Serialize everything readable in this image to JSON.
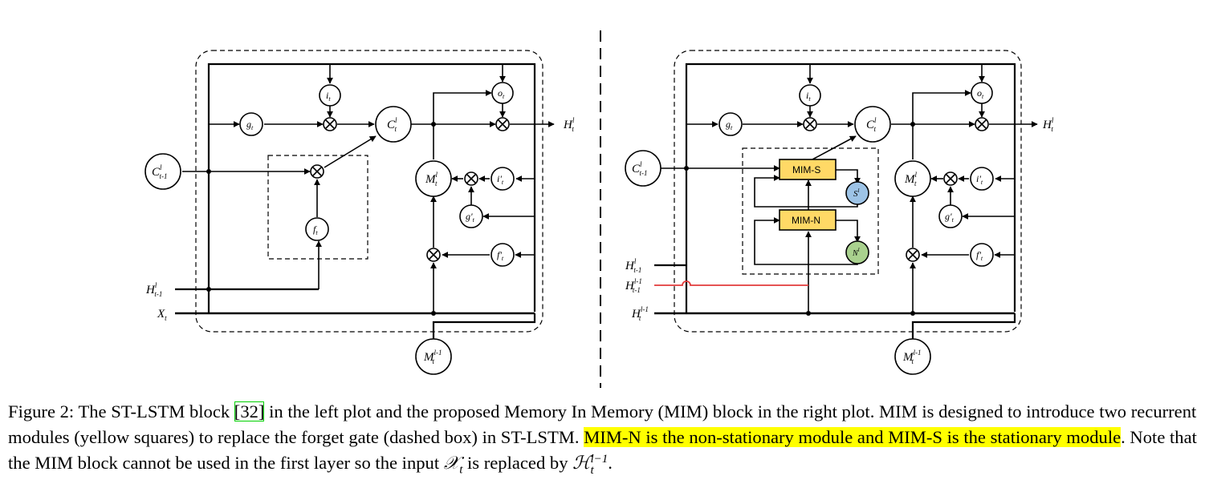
{
  "diagram": {
    "left_block": {
      "nodes": {
        "it": "i",
        "it_sub": "t",
        "gt": "g",
        "gt_sub": "t",
        "ot": "o",
        "ot_sub": "t",
        "ct": "C",
        "ct_sup": "l",
        "ct_sub": "t",
        "mt": "M",
        "mt_sup": "l",
        "mt_sub": "t",
        "ipt": "i'",
        "ipt_sub": "t",
        "gpt": "g'",
        "gpt_sub": "t",
        "fpt": "f'",
        "fpt_sub": "t",
        "ft": "f",
        "ft_sub": "t",
        "c_prev": "C",
        "c_prev_sup": "l",
        "c_prev_sub": "t-1",
        "m_below": "M",
        "m_below_sup": "l-1",
        "m_below_sub": "t"
      },
      "inputs": {
        "h_prev": "H",
        "h_prev_sup": "l",
        "h_prev_sub": "t-1",
        "x": "X",
        "x_sub": "t"
      },
      "output": {
        "h": "H",
        "h_sup": "l",
        "h_sub": "t"
      }
    },
    "right_block": {
      "nodes": {
        "it": "i",
        "it_sub": "t",
        "gt": "g",
        "gt_sub": "t",
        "ot": "o",
        "ot_sub": "t",
        "ct": "C",
        "ct_sup": "l",
        "ct_sub": "t",
        "mt": "M",
        "mt_sup": "l",
        "mt_sub": "t",
        "ipt": "i'",
        "ipt_sub": "t",
        "gpt": "g'",
        "gpt_sub": "t",
        "fpt": "f'",
        "fpt_sub": "t",
        "c_prev": "C",
        "c_prev_sup": "l",
        "c_prev_sub": "t-1",
        "m_below": "M",
        "m_below_sup": "l-1",
        "m_below_sub": "t",
        "s_state": "S",
        "s_state_sup": "l",
        "n_state": "N",
        "n_state_sup": "l"
      },
      "modules": {
        "mim_s": "MIM-S",
        "mim_n": "MIM-N"
      },
      "inputs": {
        "h_prev": "H",
        "h_prev_sup": "l",
        "h_prev_sub": "t-1",
        "h_prev_below": "H",
        "h_prev_below_sup": "l-1",
        "h_prev_below_sub": "t-1",
        "h_below": "H",
        "h_below_sup": "l-1",
        "h_below_sub": "t"
      },
      "output": {
        "h": "H",
        "h_sup": "l",
        "h_sub": "t"
      }
    },
    "colors": {
      "module_fill": "#ffd966",
      "s_state_fill": "#9dc3e6",
      "n_state_fill": "#a9d18e",
      "highlight_line": "#e23b3b",
      "text_highlight": "#ffff00"
    }
  },
  "caption": {
    "prefix": "Figure 2: The ST-LSTM block ",
    "citation": "[32]",
    "part2": " in the left plot and the proposed Memory In Memory (MIM) block in the right plot. MIM is designed to introduce two recurrent modules (yellow squares) to replace the forget gate (dashed box) in ST-LSTM. ",
    "highlight": "MIM-N is the non-stationary module and MIM-S is the stationary module",
    "part3": ". Note that the MIM block cannot be used in the first layer so the input ",
    "x_symbol": "𝒳",
    "x_sub": "t",
    "part4": " is replaced by ",
    "h_symbol": "ℋ",
    "h_sup": "l−1",
    "h_sub": "t",
    "end": "."
  }
}
